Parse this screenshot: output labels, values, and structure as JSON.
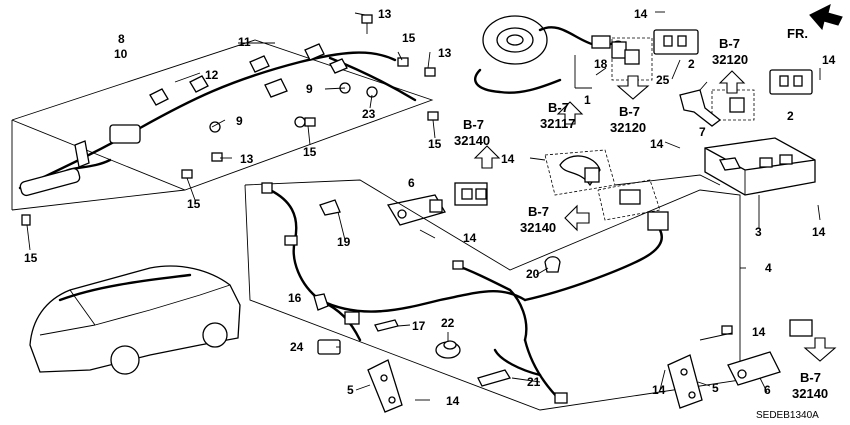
{
  "labels": {
    "n8": "8",
    "n10": "10",
    "n11": "11",
    "n12": "12",
    "n9a": "9",
    "n9b": "9",
    "n13a": "13",
    "n13b": "13",
    "n13c": "13",
    "n15a": "15",
    "n15b": "15",
    "n15c": "15",
    "n15d": "15",
    "n15e": "15",
    "n23": "23",
    "n14a": "14",
    "n14b": "14",
    "n14c": "14",
    "n14d": "14",
    "n14e": "14",
    "n14f": "14",
    "n14g": "14",
    "n14h": "14",
    "n18": "18",
    "n1": "1",
    "n2a": "2",
    "n2b": "2",
    "n25": "25",
    "n7": "7",
    "n3": "3",
    "n4": "4",
    "n6a": "6",
    "n6b": "6",
    "n19": "19",
    "n20": "20",
    "n16": "16",
    "n17": "17",
    "n22": "22",
    "n24": "24",
    "n5a": "5",
    "n5b": "5",
    "n21": "21"
  },
  "refs": [
    {
      "group": "B-7",
      "code": "32120"
    },
    {
      "group": "B-7",
      "code": "32117"
    },
    {
      "group": "B-7",
      "code": "32120"
    },
    {
      "group": "B-7",
      "code": "32140"
    },
    {
      "group": "B-7",
      "code": "32140"
    },
    {
      "group": "B-7",
      "code": "32140"
    }
  ],
  "direction_label": "FR.",
  "diagram_code": "SEDEB1340A"
}
